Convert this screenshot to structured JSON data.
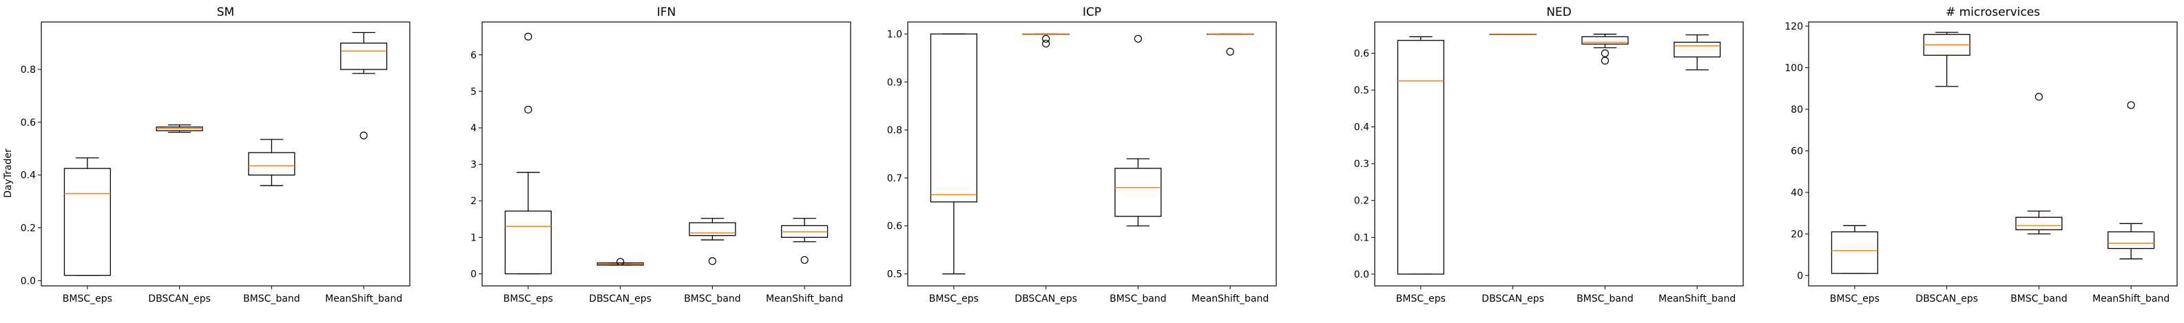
{
  "figure": {
    "ylabel": "DayTrader",
    "colors": {
      "box": "#000000",
      "median": "#ff7f0e",
      "frame": "#000000"
    }
  },
  "chart_data": [
    {
      "type": "boxplot",
      "title": "SM",
      "categories": [
        "BMSC_eps",
        "DBSCAN_eps",
        "BMSC_band",
        "MeanShift_band"
      ],
      "ylim": [
        -0.02,
        0.98
      ],
      "yticks": [
        0.0,
        0.2,
        0.4,
        0.6,
        0.8
      ],
      "ytick_labels": [
        "0.0",
        "0.2",
        "0.4",
        "0.6",
        "0.8"
      ],
      "boxes": [
        {
          "whislo": 0.02,
          "q1": 0.02,
          "med": 0.33,
          "q3": 0.425,
          "whishi": 0.465,
          "fliers": []
        },
        {
          "whislo": 0.562,
          "q1": 0.568,
          "med": 0.577,
          "q3": 0.582,
          "whishi": 0.59,
          "fliers": []
        },
        {
          "whislo": 0.36,
          "q1": 0.4,
          "med": 0.435,
          "q3": 0.485,
          "whishi": 0.535,
          "fliers": []
        },
        {
          "whislo": 0.785,
          "q1": 0.8,
          "med": 0.87,
          "q3": 0.9,
          "whishi": 0.94,
          "fliers": [
            0.55
          ]
        }
      ]
    },
    {
      "type": "boxplot",
      "title": "IFN",
      "categories": [
        "BMSC_eps",
        "DBSCAN_eps",
        "BMSC_band",
        "MeanShift_band"
      ],
      "ylim": [
        -0.33,
        6.9
      ],
      "yticks": [
        0,
        1,
        2,
        3,
        4,
        5,
        6
      ],
      "ytick_labels": [
        "0",
        "1",
        "2",
        "3",
        "4",
        "5",
        "6"
      ],
      "boxes": [
        {
          "whislo": 0.0,
          "q1": 0.0,
          "med": 1.3,
          "q3": 1.72,
          "whishi": 2.78,
          "fliers": [
            4.5,
            6.5
          ]
        },
        {
          "whislo": 0.24,
          "q1": 0.24,
          "med": 0.27,
          "q3": 0.3,
          "whishi": 0.3,
          "fliers": [
            0.33
          ]
        },
        {
          "whislo": 0.93,
          "q1": 1.05,
          "med": 1.12,
          "q3": 1.4,
          "whishi": 1.52,
          "fliers": [
            0.35
          ]
        },
        {
          "whislo": 0.88,
          "q1": 1.0,
          "med": 1.15,
          "q3": 1.32,
          "whishi": 1.52,
          "fliers": [
            0.38
          ]
        }
      ]
    },
    {
      "type": "boxplot",
      "title": "ICP",
      "categories": [
        "BMSC_eps",
        "DBSCAN_eps",
        "BMSC_band",
        "MeanShift_band"
      ],
      "ylim": [
        0.475,
        1.025
      ],
      "yticks": [
        0.5,
        0.6,
        0.7,
        0.8,
        0.9,
        1.0
      ],
      "ytick_labels": [
        "0.5",
        "0.6",
        "0.7",
        "0.8",
        "0.9",
        "1.0"
      ],
      "boxes": [
        {
          "whislo": 0.5,
          "q1": 0.65,
          "med": 0.665,
          "q3": 1.0,
          "whishi": 1.0,
          "fliers": []
        },
        {
          "whislo": 1.0,
          "q1": 1.0,
          "med": 1.0,
          "q3": 1.0,
          "whishi": 1.0,
          "fliers": [
            0.98,
            0.99
          ]
        },
        {
          "whislo": 0.6,
          "q1": 0.62,
          "med": 0.68,
          "q3": 0.72,
          "whishi": 0.74,
          "fliers": [
            0.99
          ]
        },
        {
          "whislo": 1.0,
          "q1": 1.0,
          "med": 1.0,
          "q3": 1.0,
          "whishi": 1.0,
          "fliers": [
            0.963
          ]
        }
      ]
    },
    {
      "type": "boxplot",
      "title": "NED",
      "categories": [
        "BMSC_eps",
        "DBSCAN_eps",
        "BMSC_band",
        "MeanShift_band"
      ],
      "ylim": [
        -0.032,
        0.685
      ],
      "yticks": [
        0.0,
        0.1,
        0.2,
        0.3,
        0.4,
        0.5,
        0.6
      ],
      "ytick_labels": [
        "0.0",
        "0.1",
        "0.2",
        "0.3",
        "0.4",
        "0.5",
        "0.6"
      ],
      "boxes": [
        {
          "whislo": 0.0,
          "q1": 0.0,
          "med": 0.525,
          "q3": 0.635,
          "whishi": 0.645,
          "fliers": []
        },
        {
          "whislo": 0.652,
          "q1": 0.652,
          "med": 0.652,
          "q3": 0.652,
          "whishi": 0.652,
          "fliers": []
        },
        {
          "whislo": 0.615,
          "q1": 0.625,
          "med": 0.63,
          "q3": 0.645,
          "whishi": 0.652,
          "fliers": [
            0.58,
            0.6
          ]
        },
        {
          "whislo": 0.555,
          "q1": 0.59,
          "med": 0.62,
          "q3": 0.63,
          "whishi": 0.65,
          "fliers": []
        }
      ]
    },
    {
      "type": "boxplot",
      "title": "# microservices",
      "categories": [
        "BMSC_eps",
        "DBSCAN_eps",
        "BMSC_band",
        "MeanShift_band"
      ],
      "ylim": [
        -5,
        122
      ],
      "yticks": [
        0,
        20,
        40,
        60,
        80,
        100,
        120
      ],
      "ytick_labels": [
        "0",
        "20",
        "40",
        "60",
        "80",
        "100",
        "120"
      ],
      "boxes": [
        {
          "whislo": 1,
          "q1": 1,
          "med": 12,
          "q3": 21,
          "whishi": 24,
          "fliers": []
        },
        {
          "whislo": 91,
          "q1": 106,
          "med": 111,
          "q3": 116,
          "whishi": 117,
          "fliers": []
        },
        {
          "whislo": 20,
          "q1": 22,
          "med": 24,
          "q3": 28,
          "whishi": 31,
          "fliers": [
            86
          ]
        },
        {
          "whislo": 8,
          "q1": 13,
          "med": 15.5,
          "q3": 21,
          "whishi": 25,
          "fliers": [
            82
          ]
        }
      ]
    }
  ]
}
